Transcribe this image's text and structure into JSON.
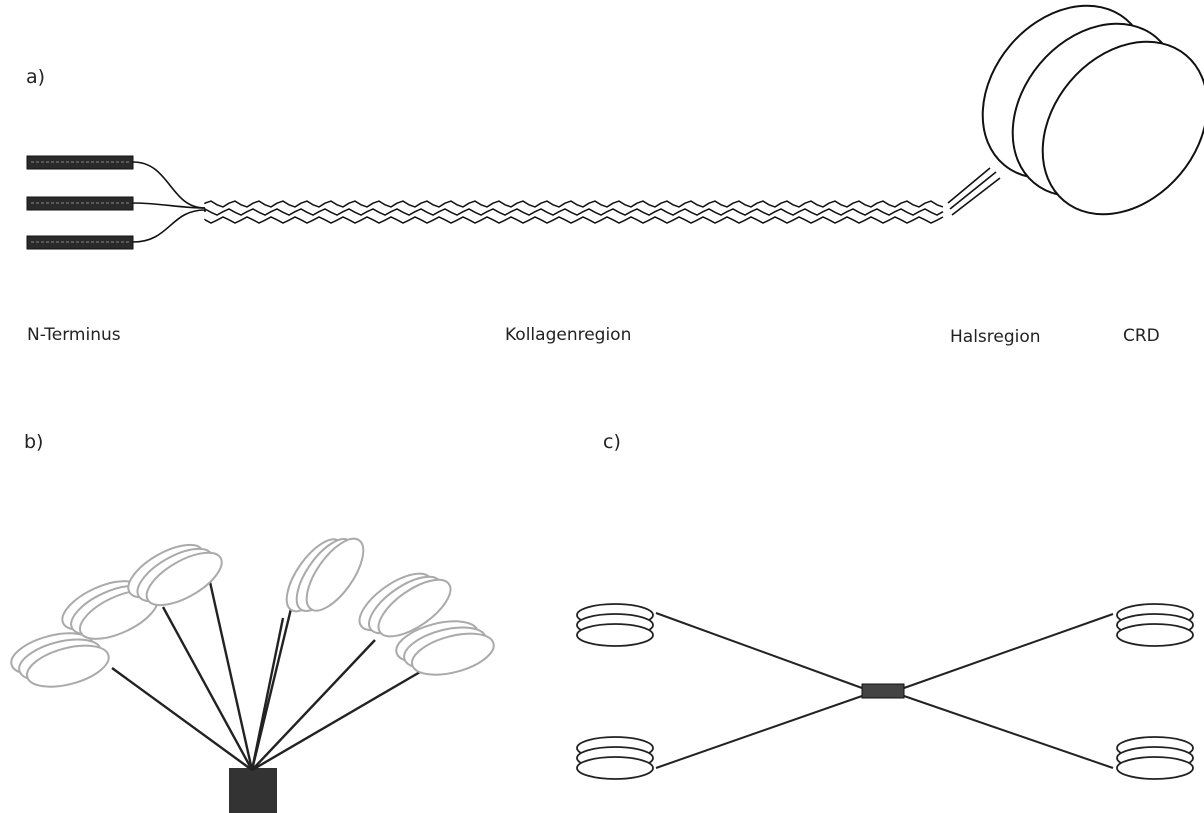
{
  "panels": {
    "a": {
      "label": "a)"
    },
    "b": {
      "label": "b)"
    },
    "c": {
      "label": "c)"
    }
  },
  "region_labels": {
    "n_terminus": "N-Terminus",
    "collagen": "Kollagenregion",
    "neck": "Halsregion",
    "crd": "CRD"
  },
  "colors": {
    "black_outline": "#111111",
    "gray_outline": "#9a9a9a",
    "terminus_fill": "#333333"
  }
}
